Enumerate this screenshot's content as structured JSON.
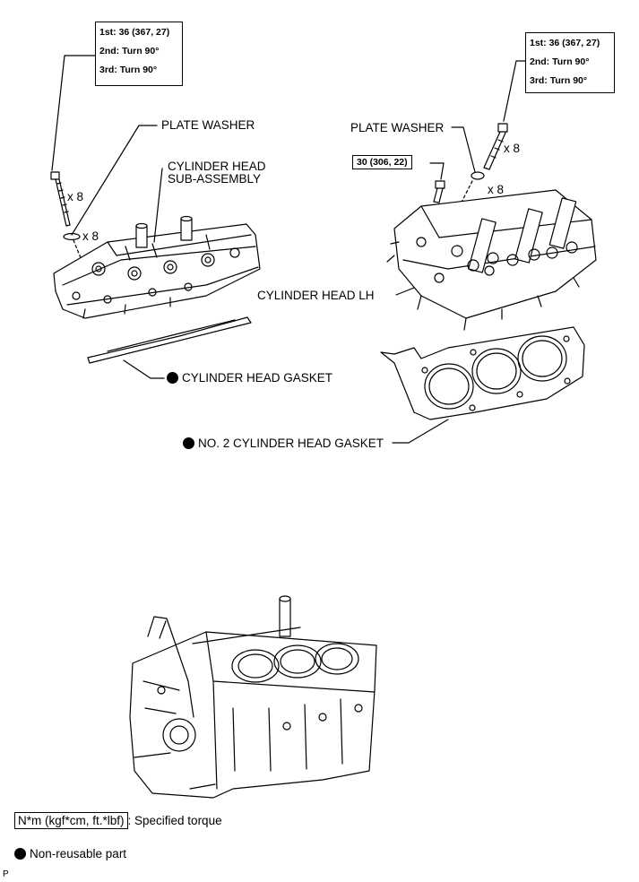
{
  "torque_left": {
    "line1": "1st: 36 (367, 27)",
    "line2": "2nd: Turn 90°",
    "line3": "3rd: Turn 90°"
  },
  "torque_right": {
    "line1": "1st: 36 (367, 27)",
    "line2": "2nd: Turn 90°",
    "line3": "3rd: Turn 90°"
  },
  "torque_small": "30 (306, 22)",
  "labels": {
    "plate_washer_left": "PLATE WASHER",
    "plate_washer_right": "PLATE WASHER",
    "cyl_head_sub_1": "CYLINDER HEAD",
    "cyl_head_sub_2": "SUB-ASSEMBLY",
    "cyl_head_lh": "CYLINDER HEAD LH",
    "cyl_head_gasket": "CYLINDER HEAD GASKET",
    "no2_cyl_head_gasket": "NO. 2 CYLINDER HEAD GASKET",
    "x8_bolt_left": "x 8",
    "x8_washer_left": "x 8",
    "x8_bolt_right": "x 8",
    "x8_washer_right": "x 8"
  },
  "legend": {
    "torque_unit": "N*m (kgf*cm, ft.*lbf)",
    "torque_desc": ": Specified torque",
    "nonreusable": "Non-reusable part"
  },
  "footer": "P"
}
